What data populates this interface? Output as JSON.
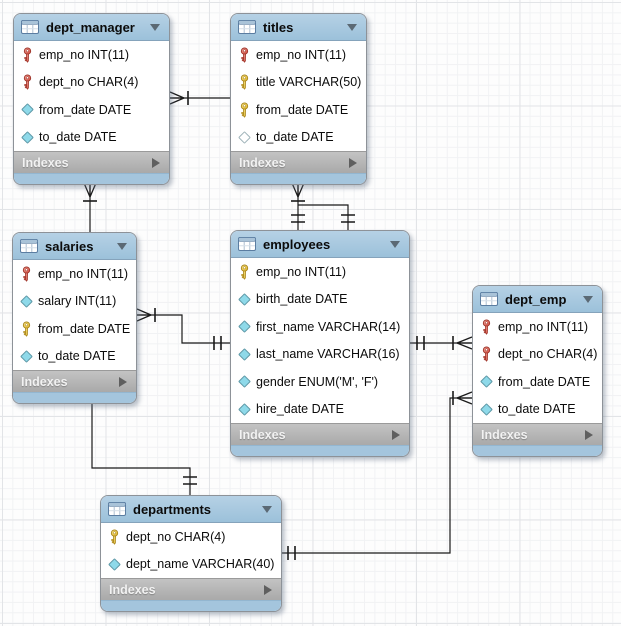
{
  "diagram": {
    "tables": [
      {
        "name": "dept_manager",
        "footer_label": "Indexes",
        "columns": [
          {
            "icon": "key-red",
            "text": "emp_no INT(11)"
          },
          {
            "icon": "key-red",
            "text": "dept_no CHAR(4)"
          },
          {
            "icon": "diamond-filled",
            "text": "from_date DATE"
          },
          {
            "icon": "diamond-filled",
            "text": "to_date DATE"
          }
        ]
      },
      {
        "name": "titles",
        "footer_label": "Indexes",
        "columns": [
          {
            "icon": "key-red",
            "text": "emp_no INT(11)"
          },
          {
            "icon": "key-yellow",
            "text": "title VARCHAR(50)"
          },
          {
            "icon": "key-yellow",
            "text": "from_date DATE"
          },
          {
            "icon": "diamond-hollow",
            "text": "to_date DATE"
          }
        ]
      },
      {
        "name": "salaries",
        "footer_label": "Indexes",
        "columns": [
          {
            "icon": "key-red",
            "text": "emp_no INT(11)"
          },
          {
            "icon": "diamond-filled",
            "text": "salary INT(11)"
          },
          {
            "icon": "key-yellow",
            "text": "from_date DATE"
          },
          {
            "icon": "diamond-filled",
            "text": "to_date DATE"
          }
        ]
      },
      {
        "name": "employees",
        "footer_label": "Indexes",
        "columns": [
          {
            "icon": "key-yellow",
            "text": "emp_no INT(11)"
          },
          {
            "icon": "diamond-filled",
            "text": "birth_date DATE"
          },
          {
            "icon": "diamond-filled",
            "text": "first_name VARCHAR(14)"
          },
          {
            "icon": "diamond-filled",
            "text": "last_name VARCHAR(16)"
          },
          {
            "icon": "diamond-filled",
            "text": "gender ENUM('M', 'F')"
          },
          {
            "icon": "diamond-filled",
            "text": "hire_date DATE"
          }
        ]
      },
      {
        "name": "dept_emp",
        "footer_label": "Indexes",
        "columns": [
          {
            "icon": "key-red",
            "text": "emp_no INT(11)"
          },
          {
            "icon": "key-red",
            "text": "dept_no CHAR(4)"
          },
          {
            "icon": "diamond-filled",
            "text": "from_date DATE"
          },
          {
            "icon": "diamond-filled",
            "text": "to_date DATE"
          }
        ]
      },
      {
        "name": "departments",
        "footer_label": "Indexes",
        "columns": [
          {
            "icon": "key-yellow",
            "text": "dept_no CHAR(4)"
          },
          {
            "icon": "diamond-filled",
            "text": "dept_name VARCHAR(40)"
          }
        ]
      }
    ],
    "relationships": [
      {
        "from": "dept_manager",
        "to": "titles",
        "from_marker": "crow-foot-bar",
        "to_marker": "plain"
      },
      {
        "from": "dept_manager",
        "to": "salaries",
        "from_marker": "crow-foot-bar",
        "to_marker": "plain"
      },
      {
        "from": "salaries",
        "to": "departments",
        "from_marker": "plain",
        "to_marker": "double-bar"
      },
      {
        "from": "titles",
        "to": "employees",
        "from_marker": "crow-foot-bar",
        "to_marker": "double-bar"
      },
      {
        "from": "titles",
        "to": "employees",
        "from_marker": "branch",
        "to_marker": "double-bar"
      },
      {
        "from": "salaries",
        "to": "employees",
        "from_marker": "crow-foot-bar",
        "to_marker": "double-bar"
      },
      {
        "from": "employees",
        "to": "dept_emp",
        "from_marker": "double-bar",
        "to_marker": "crow-foot-bar"
      },
      {
        "from": "departments",
        "to": "dept_emp",
        "from_marker": "double-bar",
        "to_marker": "crow-foot-bar"
      }
    ]
  },
  "colors": {
    "header_blue": "#a6c8e0",
    "footer_gray": "#b3b3b3",
    "key_red": "#d8574a",
    "key_yellow": "#e7c838",
    "diamond_cyan": "#8ed9e9",
    "connector": "#1a1a1a"
  }
}
